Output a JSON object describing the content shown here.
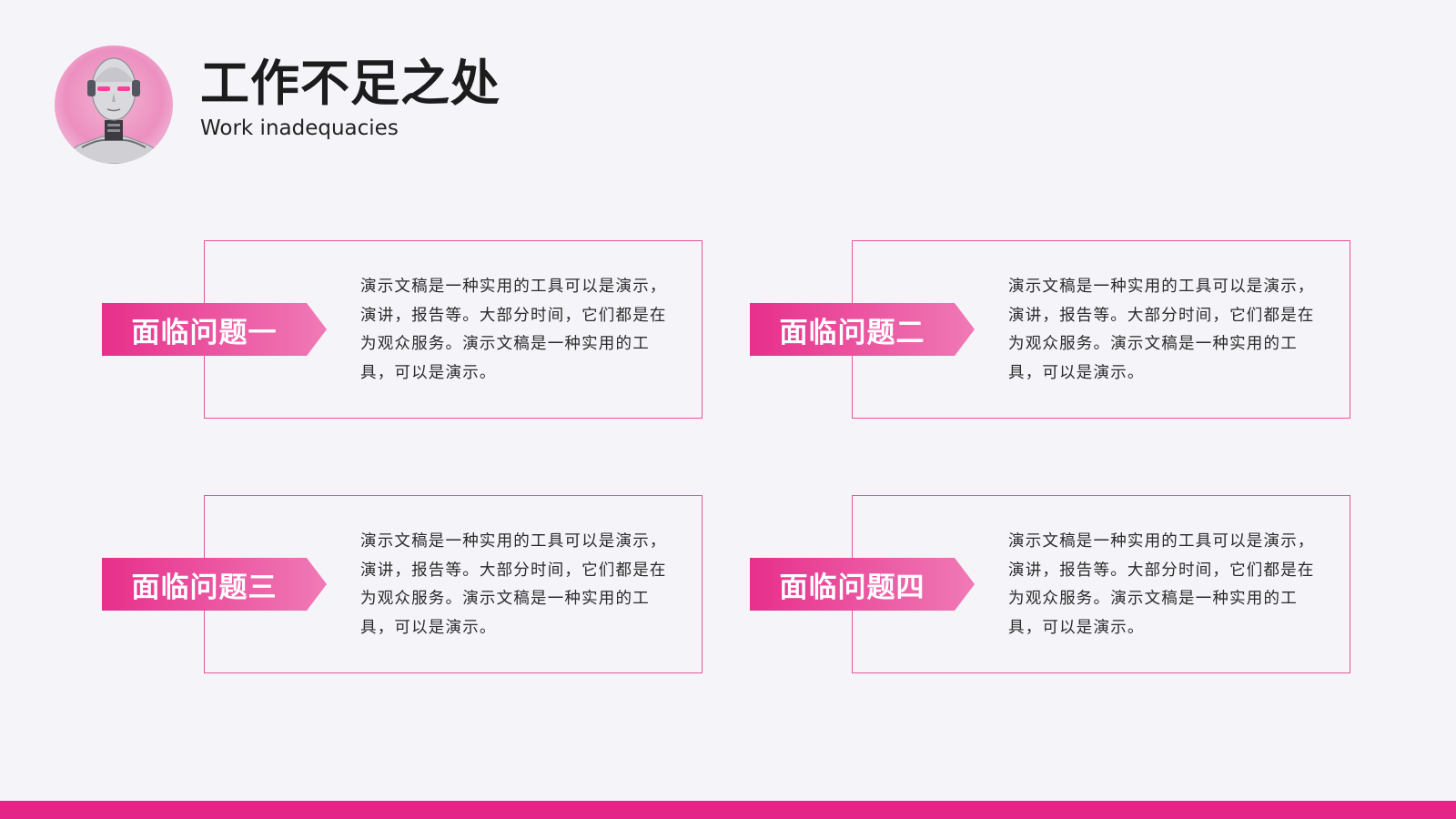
{
  "header": {
    "title": "工作不足之处",
    "subtitle": "Work inadequacies",
    "avatar_icon": "robot-head-icon"
  },
  "cards": [
    {
      "label": "面临问题一",
      "text": "演示文稿是一种实用的工具可以是演示，演讲，报告等。大部分时间，它们都是在为观众服务。演示文稿是一种实用的工具，可以是演示。"
    },
    {
      "label": "面临问题二",
      "text": "演示文稿是一种实用的工具可以是演示，演讲，报告等。大部分时间，它们都是在为观众服务。演示文稿是一种实用的工具，可以是演示。"
    },
    {
      "label": "面临问题三",
      "text": "演示文稿是一种实用的工具可以是演示，演讲，报告等。大部分时间，它们都是在为观众服务。演示文稿是一种实用的工具，可以是演示。"
    },
    {
      "label": "面临问题四",
      "text": "演示文稿是一种实用的工具可以是演示，演讲，报告等。大部分时间，它们都是在为观众服务。演示文稿是一种实用的工具，可以是演示。"
    }
  ],
  "colors": {
    "accent": "#e42587",
    "accent_light": "#f07ab6",
    "background": "#f5f4f9",
    "text": "#1c1c1c"
  }
}
